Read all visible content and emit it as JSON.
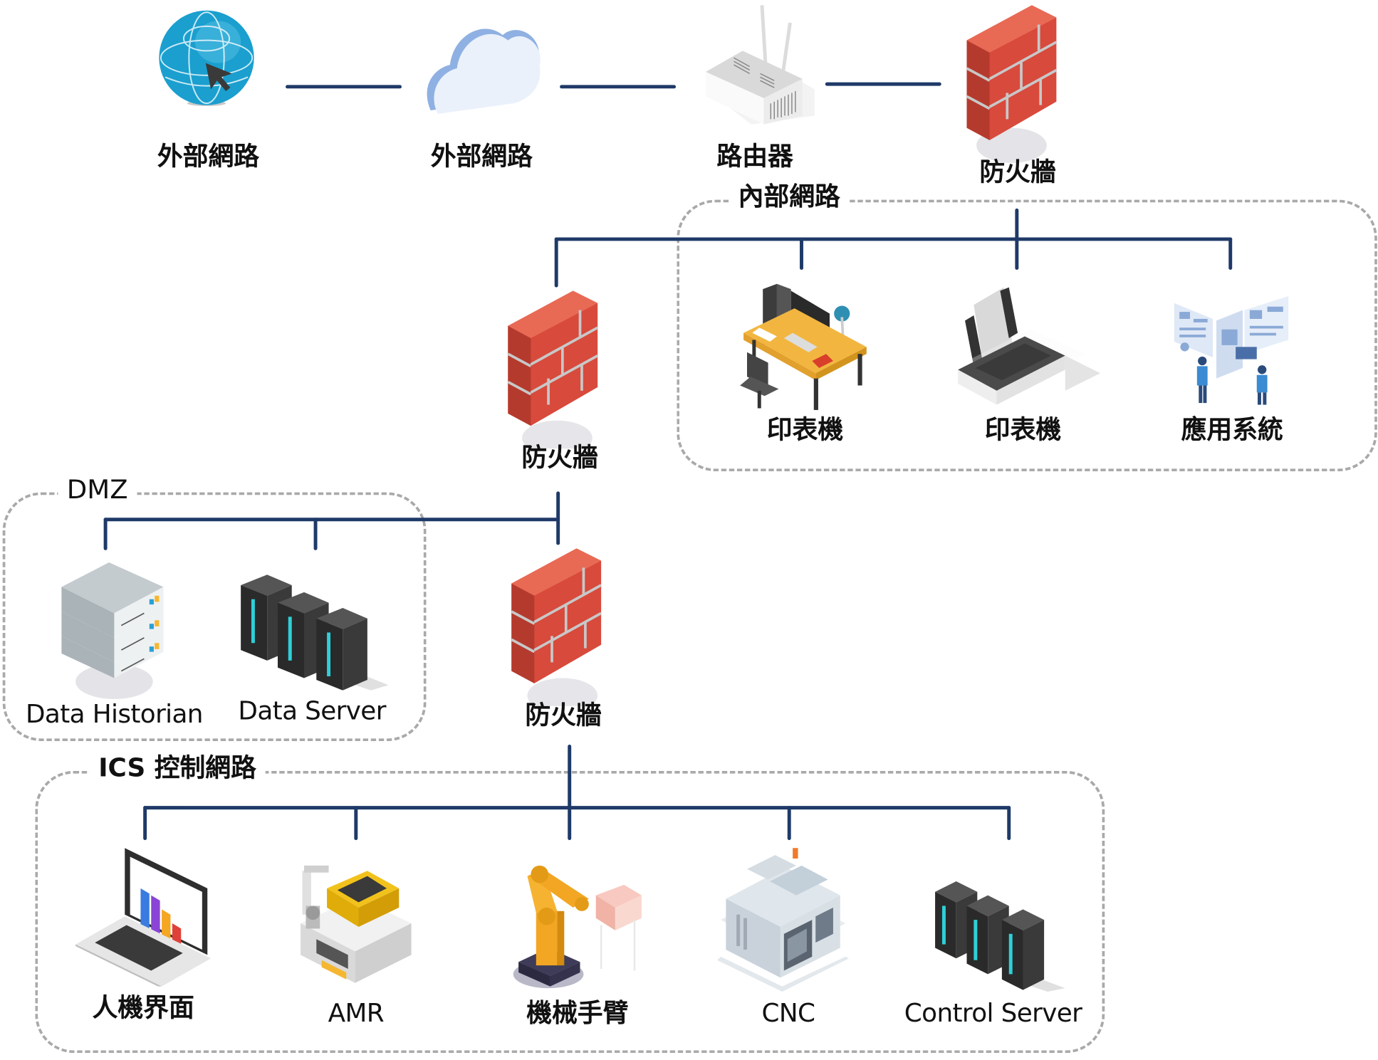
{
  "diagram": {
    "title": "Network Architecture",
    "colors": {
      "link": "#1f3a68",
      "zone_border": "#a9a9a9",
      "firewall": "#d84a3c",
      "globe": "#1ea0d0",
      "cloud": "#8fb0e2"
    },
    "top_row": [
      {
        "id": "internet-globe",
        "label": "外部網路",
        "icon": "globe-cursor-icon"
      },
      {
        "id": "internet-cloud",
        "label": "外部網路",
        "icon": "cloud-icon"
      },
      {
        "id": "router",
        "label": "路由器",
        "icon": "router-icon"
      },
      {
        "id": "firewall-edge",
        "label": "防火牆",
        "icon": "firewall-icon"
      }
    ],
    "zones": {
      "internal": {
        "title": "內部網路",
        "nodes": [
          {
            "id": "workstation",
            "label": "印表機",
            "icon": "workstation-desk-icon"
          },
          {
            "id": "printer",
            "label": "印表機",
            "icon": "printer-icon"
          },
          {
            "id": "app-system",
            "label": "應用系統",
            "icon": "app-dashboard-icon"
          }
        ]
      },
      "dmz": {
        "title": "DMZ",
        "nodes": [
          {
            "id": "data-historian",
            "label": "Data Historian",
            "icon": "server-stack-icon"
          },
          {
            "id": "data-server",
            "label": "Data Server",
            "icon": "server-rack-icon"
          }
        ]
      },
      "ics": {
        "title": "ICS 控制網路",
        "nodes": [
          {
            "id": "hmi",
            "label": "人機界面",
            "icon": "laptop-chart-icon"
          },
          {
            "id": "amr",
            "label": "AMR",
            "icon": "amr-robot-icon"
          },
          {
            "id": "robot-arm",
            "label": "機械手臂",
            "icon": "robot-arm-icon"
          },
          {
            "id": "cnc",
            "label": "CNC",
            "icon": "cnc-machine-icon"
          },
          {
            "id": "control-server",
            "label": "Control Server",
            "icon": "server-rack-icon"
          }
        ]
      }
    },
    "firewalls": {
      "internal_dmz": {
        "label": "防火牆"
      },
      "dmz_ics": {
        "label": "防火牆"
      }
    }
  }
}
